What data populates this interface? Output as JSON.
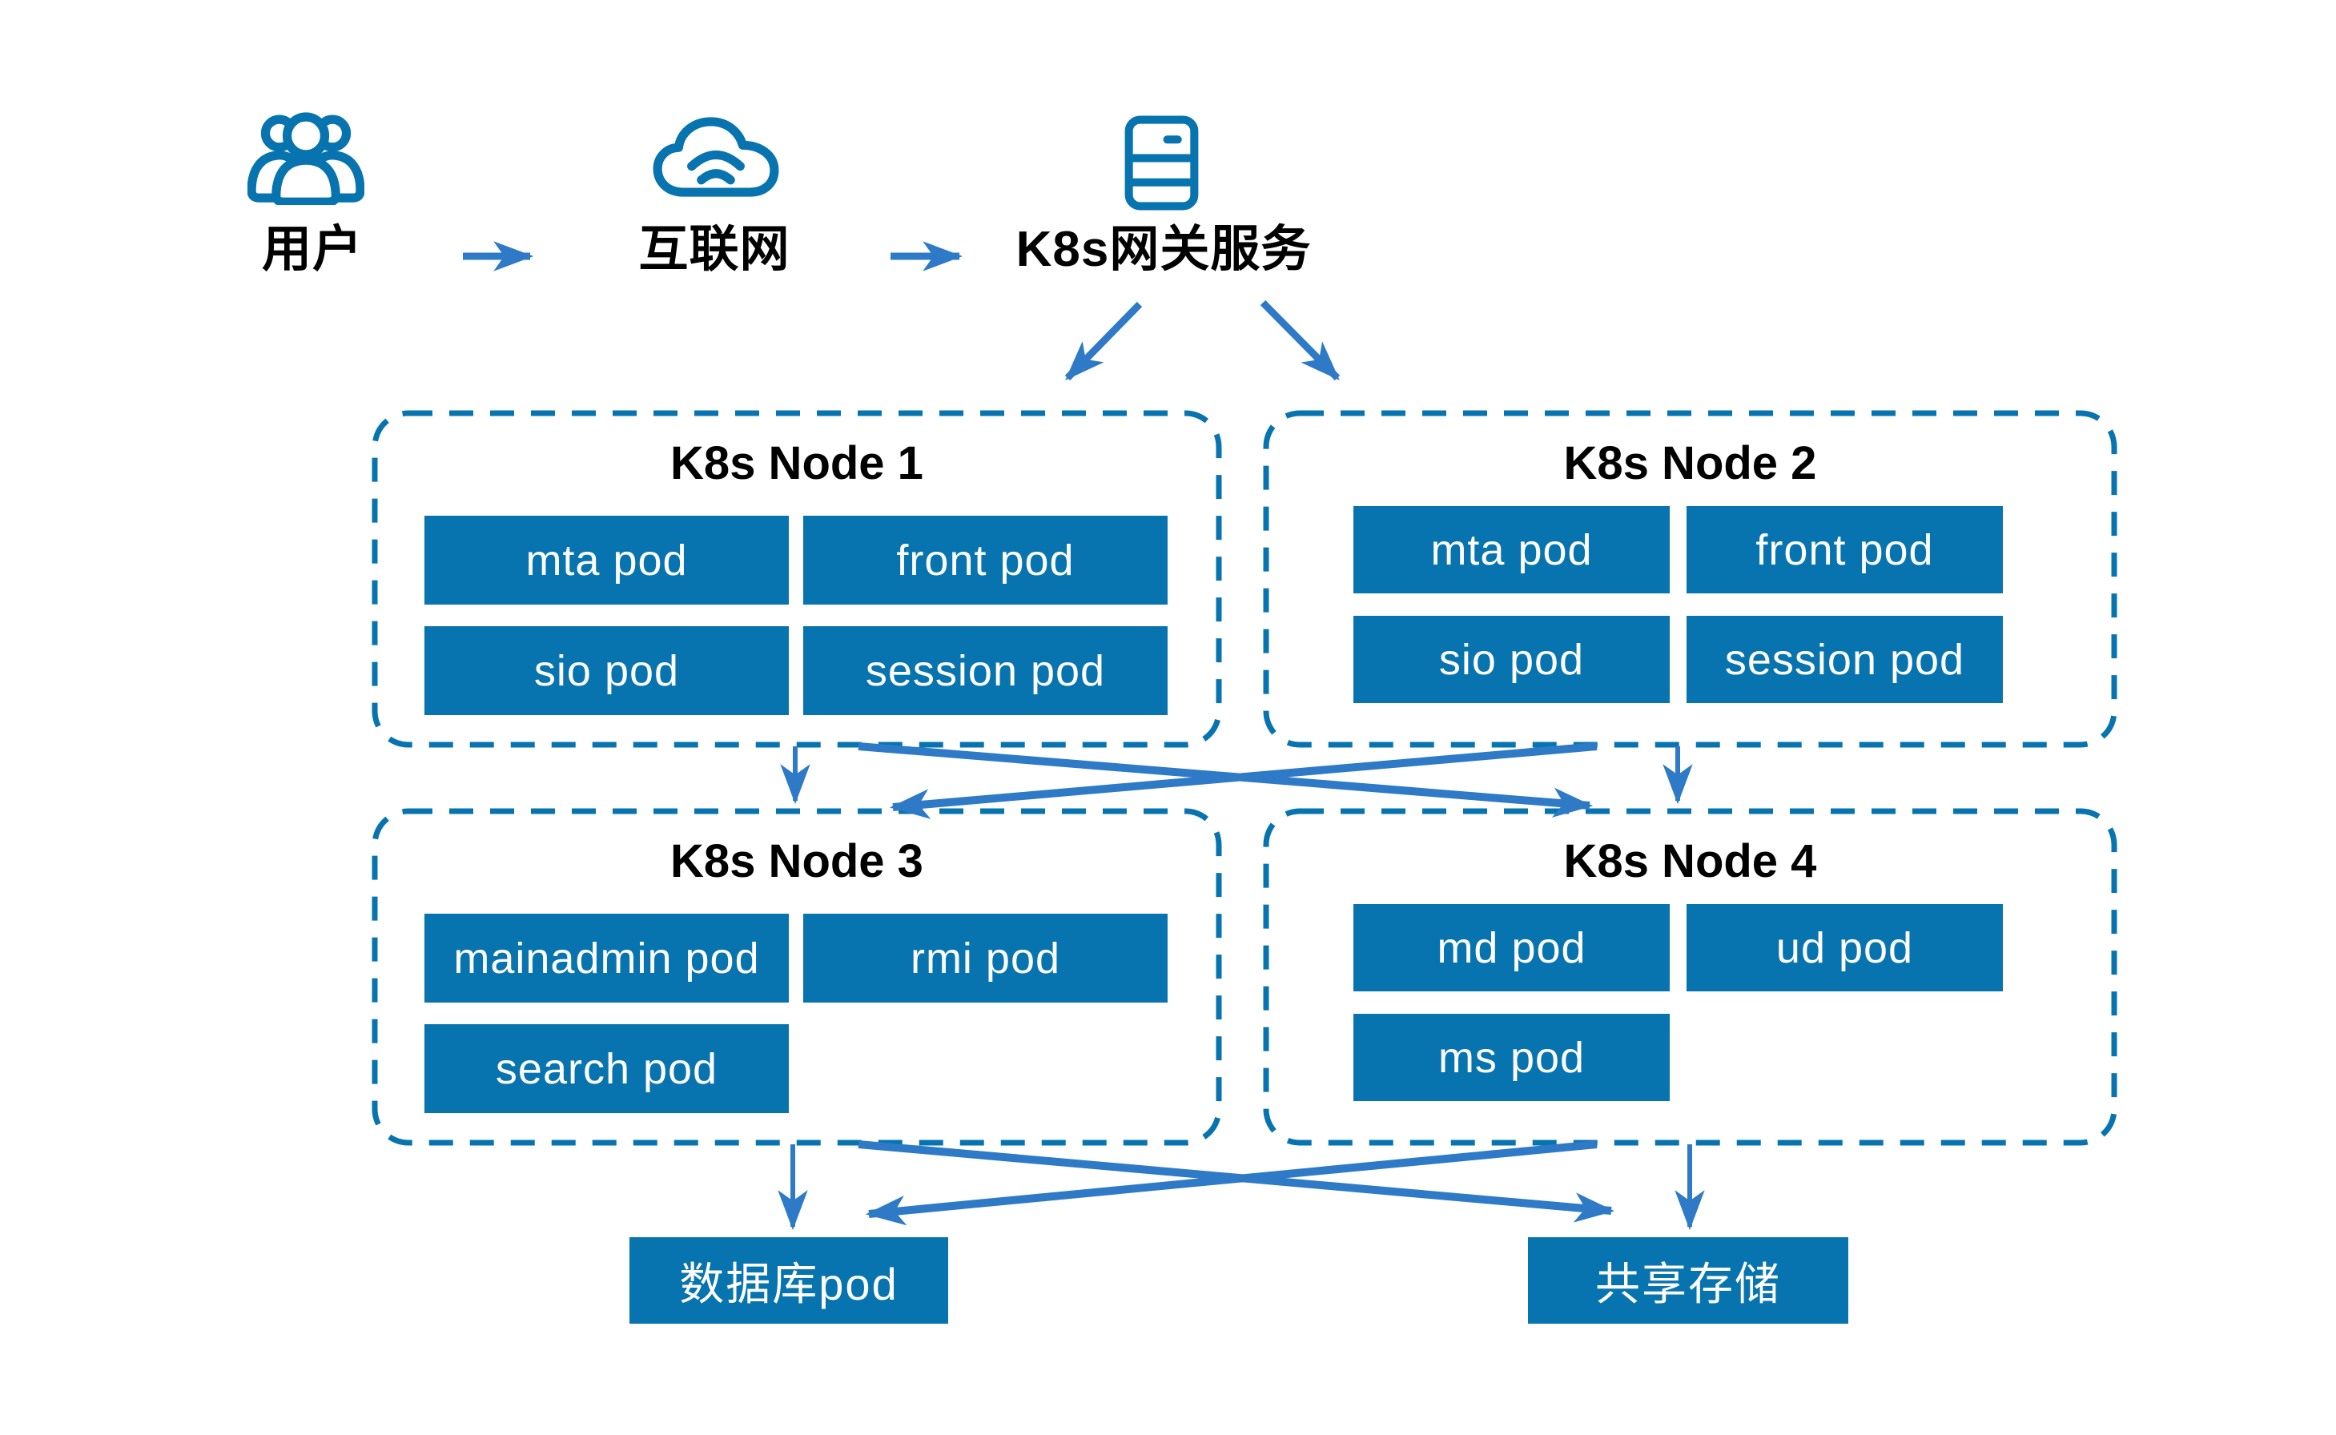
{
  "colors": {
    "brand": "#0874af",
    "arrow": "#2e7ac6",
    "title_text": "#000000",
    "pod_text": "#ffffff",
    "background": "#ffffff"
  },
  "top_flow": {
    "user": {
      "icon": "users-icon",
      "label": "用户"
    },
    "internet": {
      "icon": "cloud-icon",
      "label": "互联网"
    },
    "gateway": {
      "icon": "server-icon",
      "label": "K8s网关服务"
    }
  },
  "nodes": [
    {
      "title": "K8s Node 1",
      "pods": [
        "mta pod",
        "front pod",
        "sio pod",
        "session pod"
      ]
    },
    {
      "title": "K8s Node 2",
      "pods": [
        "mta pod",
        "front pod",
        "sio pod",
        "session pod"
      ]
    },
    {
      "title": "K8s Node 3",
      "pods": [
        "mainadmin pod",
        "rmi pod",
        "search pod"
      ]
    },
    {
      "title": "K8s Node 4",
      "pods": [
        "md pod",
        "ud pod",
        "ms pod"
      ]
    }
  ],
  "storage": {
    "database": {
      "label": "数据库pod"
    },
    "shared": {
      "label": "共享存储"
    }
  }
}
